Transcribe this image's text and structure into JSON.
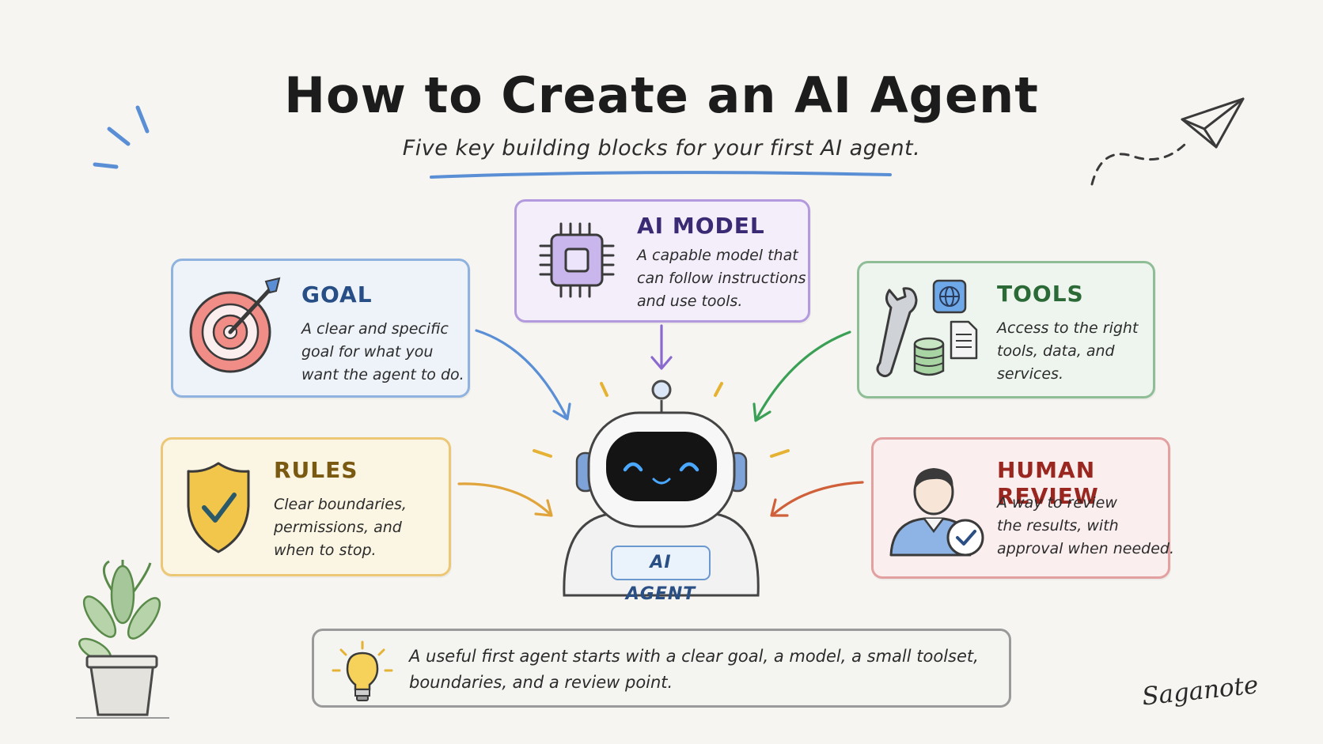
{
  "title": "How to Create an AI Agent",
  "subtitle": "Five key building blocks for your first AI agent.",
  "center": {
    "label": "AI AGENT",
    "icon": "robot-icon"
  },
  "blocks": {
    "goal": {
      "heading": "GOAL",
      "lines": [
        "A clear and specific",
        "goal for what you",
        "want the agent to do."
      ],
      "icon": "target-icon",
      "color": "#8fb2df"
    },
    "model": {
      "heading": "AI MODEL",
      "lines": [
        "A capable model that",
        "can follow instructions",
        "and use tools."
      ],
      "icon": "chip-icon",
      "color": "#b39ade"
    },
    "tools": {
      "heading": "TOOLS",
      "lines": [
        "Access to the right",
        "tools, data, and",
        "services."
      ],
      "icon": "toolkit-icon",
      "color": "#8fbe96"
    },
    "rules": {
      "heading": "RULES",
      "lines": [
        "Clear boundaries,",
        "permissions, and",
        "when to stop."
      ],
      "icon": "shield-check-icon",
      "color": "#ecc775"
    },
    "review": {
      "heading": "HUMAN REVIEW",
      "lines": [
        "A way to review",
        "the results, with",
        "approval when needed."
      ],
      "icon": "person-check-icon",
      "color": "#e3a0a0"
    }
  },
  "summary": {
    "lines": [
      "A useful first agent starts with a clear goal, a model, a small toolset,",
      "boundaries, and a review point."
    ],
    "icon": "lightbulb-icon"
  },
  "signature": "Saganote"
}
